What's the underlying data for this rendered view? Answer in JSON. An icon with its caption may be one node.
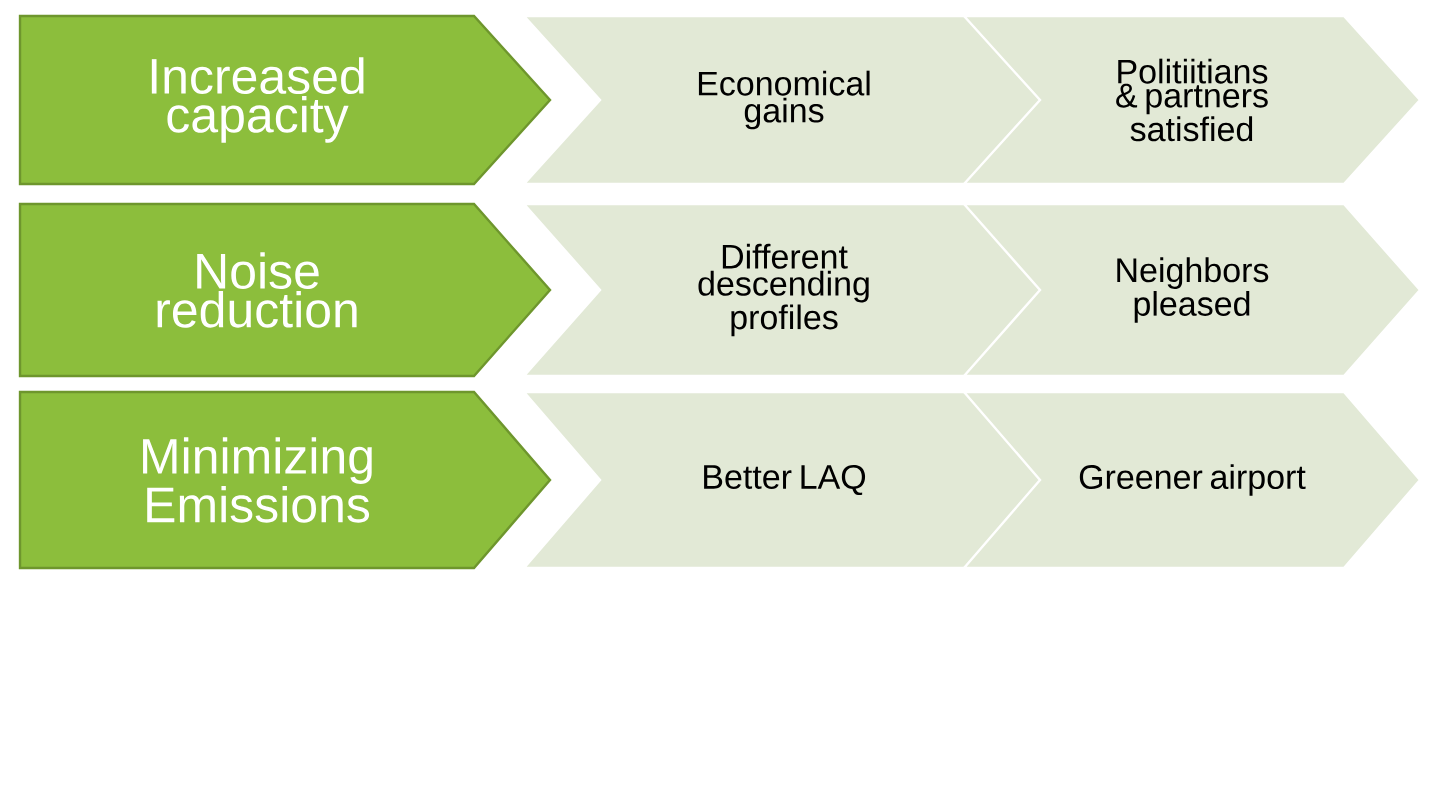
{
  "diagram": {
    "nodes": [
      {
        "text": [
          "Increased capacity"
        ]
      },
      {
        "text": [
          "Economical gains"
        ]
      },
      {
        "text": [
          "Politiitians & partners satisfied"
        ]
      },
      {
        "text": [
          "Noise reduction"
        ]
      },
      {
        "text": [
          "Different descending profiles"
        ]
      },
      {
        "text": [
          "Neighbors pleased"
        ]
      },
      {
        "text": [
          "Minimizing Emissions"
        ]
      },
      {
        "text": [
          "Better LAQ"
        ]
      },
      {
        "text": [
          "Greener airport"
        ]
      }
    ]
  }
}
